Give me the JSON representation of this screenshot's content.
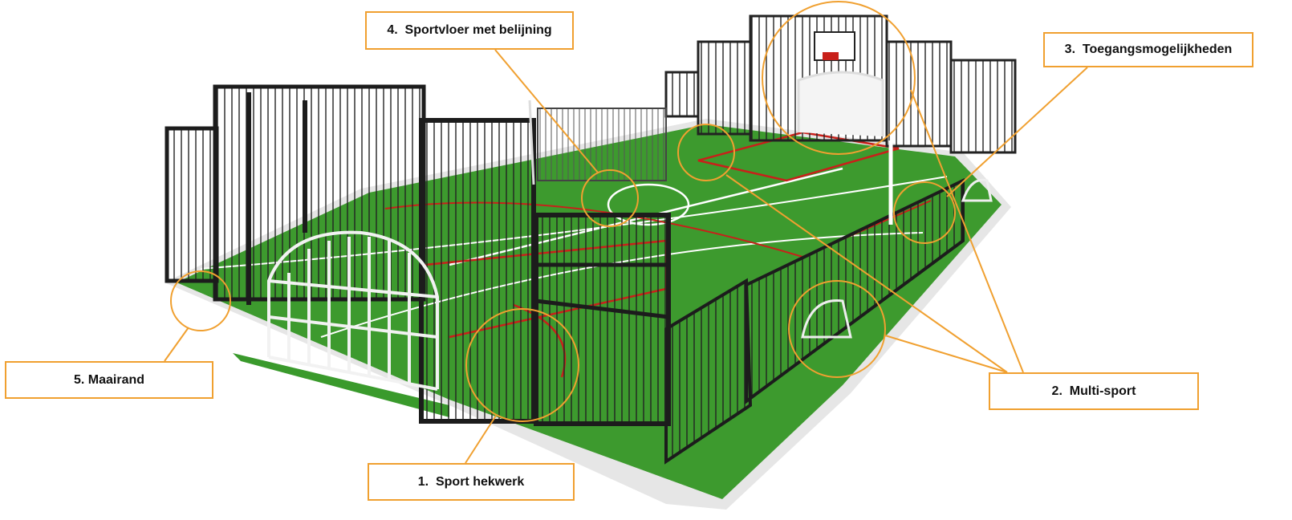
{
  "colors": {
    "accent": "#f0a030",
    "turf": "#3d9a2e",
    "fence": "#1c1c1c",
    "court_line_red": "#c8201a",
    "court_line_white": "#ffffff"
  },
  "labels": [
    {
      "id": "sport-hekwerk",
      "text": "1.  Sport hekwerk"
    },
    {
      "id": "multi-sport",
      "text": "2.  Multi-sport"
    },
    {
      "id": "toegangsmogelijkheden",
      "text": "3.  Toegangsmogelijkheden"
    },
    {
      "id": "sportvloer",
      "text": "4.  Sportvloer met belijning"
    },
    {
      "id": "maairand",
      "text": "5. Maairand"
    }
  ]
}
